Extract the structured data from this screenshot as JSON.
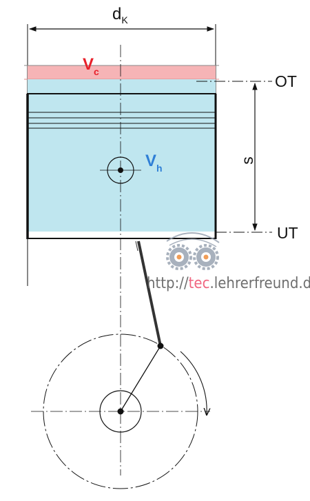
{
  "labels": {
    "bore_symbol": "d",
    "bore_subscript": "K",
    "clearance_symbol": "V",
    "clearance_subscript": "c",
    "displacement_symbol": "V",
    "displacement_subscript": "h",
    "stroke_symbol": "s",
    "top_dead_center": "OT",
    "bottom_dead_center": "UT"
  },
  "watermark": {
    "prefix": "http://",
    "highlight": "tec",
    "suffix": ".lehrerfreund.de",
    "logo_icon": "gears-eyes-icon"
  },
  "colors": {
    "clearance_fill": "#f6b4b6",
    "clearance_label": "#e8202a",
    "displacement_fill": "#bfe6ef",
    "displacement_label": "#2f7fd6",
    "watermark_highlight": "#ee4b6a",
    "watermark_text": "#555555",
    "line": "#111111"
  }
}
